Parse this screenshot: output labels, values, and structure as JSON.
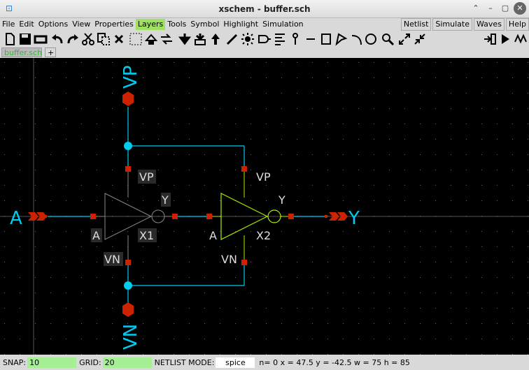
{
  "window": {
    "title": "xschem - buffer.sch"
  },
  "menu": {
    "items": [
      "File",
      "Edit",
      "Options",
      "View",
      "Properties",
      "Layers",
      "Tools",
      "Symbol",
      "Highlight",
      "Simulation"
    ],
    "highlighted": "Layers",
    "right_items": [
      "Netlist",
      "Simulate",
      "Waves",
      "Help"
    ]
  },
  "toolbar": {
    "icons": [
      "new-icon",
      "save-icon",
      "reload-icon",
      "undo-icon",
      "redo-icon",
      "cut-icon",
      "copy-icon",
      "delete-icon",
      "draw-box-icon",
      "swap-icon",
      "push-icon",
      "insert-symbol-icon",
      "pop-icon",
      "edit-icon",
      "light-icon",
      "bus-icon",
      "align-icon",
      "pin-icon",
      "line-icon",
      "rect-icon",
      "polygon-icon",
      "arc-icon",
      "circle-icon",
      "search-icon",
      "zoom-in-icon",
      "zoom-full-icon",
      "netlist-icon",
      "simulate-icon",
      "waves-icon"
    ]
  },
  "tabs": {
    "active": "buffer.sch",
    "add": "+"
  },
  "schematic": {
    "pins": {
      "vp": "VP",
      "vn": "VN",
      "input": "A",
      "output": "Y"
    },
    "inst1": {
      "in_pin": "A",
      "out_pin": "Y",
      "vp": "VP",
      "vn": "VN",
      "name": "X1"
    },
    "inst2": {
      "in_pin": "A",
      "out_pin": "Y",
      "vp": "VP",
      "vn": "VN",
      "name": "X2"
    },
    "colors": {
      "wire": "#00ccee",
      "pin": "#cc2200",
      "inst1": "#888888",
      "inst2": "#aaee00",
      "text": "#dddddd",
      "background": "#000000"
    }
  },
  "status": {
    "snap_label": "SNAP:",
    "snap_value": "10",
    "grid_label": "GRID:",
    "grid_value": "20",
    "netlist_label": "NETLIST MODE:",
    "netlist_value": "spice",
    "info": "n=   0 x = 47.5  y = -42.5  w = 75 h = 85"
  }
}
